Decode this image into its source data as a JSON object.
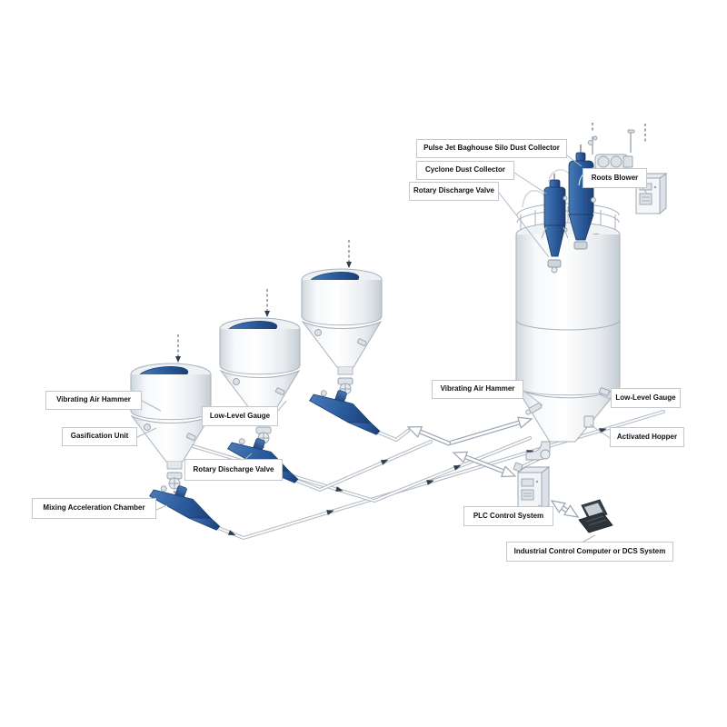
{
  "labels": {
    "pulse_jet": "Pulse Jet Baghouse Silo Dust Collector",
    "cyclone": "Cyclone Dust Collector",
    "rotary_top": "Rotary Discharge Valve",
    "roots_blower": "Roots Blower",
    "vibrating_left": "Vibrating Air Hammer",
    "gasification": "Gasification Unit",
    "low_level_mid": "Low-Level Gauge",
    "rotary_mid": "Rotary Discharge Valve",
    "mixing": "Mixing Acceleration Chamber",
    "vibrating_right": "Vibrating Air Hammer",
    "low_level_right": "Low-Level Gauge",
    "activated_hopper": "Activated Hopper",
    "plc": "PLC Control System",
    "industrial": "Industrial Control Computer or DCS System"
  },
  "colors": {
    "equipment_blue": "#2b5d9e",
    "equipment_blue_dark": "#1c3f74",
    "outline_gray": "#9aa6b2",
    "label_border": "#c2c8ce",
    "label_text": "#111111",
    "background": "#ffffff"
  },
  "equipment_icons": [
    "feed-hopper-icon",
    "mixing-chamber-icon",
    "storage-silo-icon",
    "cyclone-collector-icon",
    "baghouse-collector-icon",
    "roots-blower-icon",
    "control-cabinet-icon",
    "plc-cabinet-icon",
    "laptop-icon"
  ]
}
